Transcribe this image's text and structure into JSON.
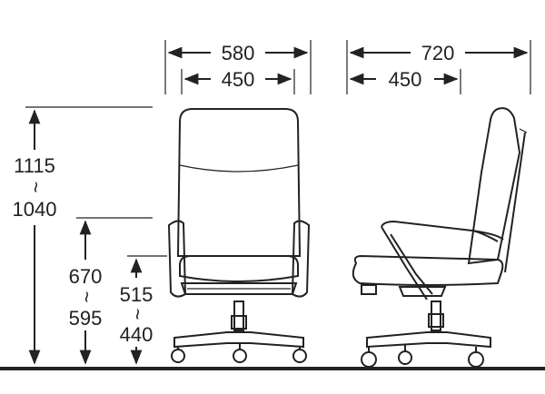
{
  "dimensions": {
    "front_overall_width": "580",
    "front_seat_width": "450",
    "side_overall_depth": "720",
    "side_seat_depth": "450",
    "total_height_max": "1115",
    "total_height_min": "1040",
    "armrest_height_max": "670",
    "armrest_height_min": "595",
    "seat_height_max": "515",
    "seat_height_min": "440",
    "range_separator": "~"
  }
}
